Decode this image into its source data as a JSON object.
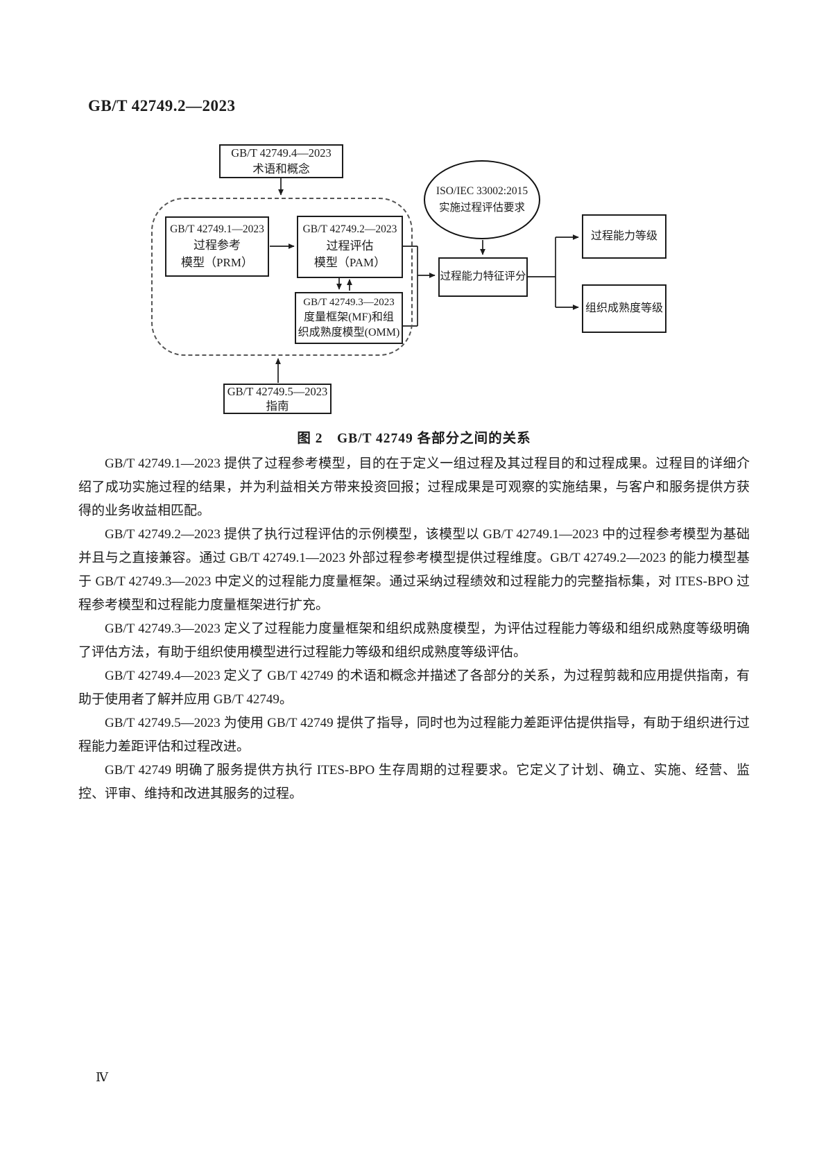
{
  "page": {
    "header": "GB/T 42749.2—2023",
    "page_number": "Ⅳ"
  },
  "figure": {
    "caption": "图 2　GB/T 42749 各部分之间的关系",
    "nodes": {
      "terms": {
        "line1": "GB/T 42749.4—2023",
        "line2": "术语和概念"
      },
      "prm": {
        "line1": "GB/T 42749.1—2023",
        "line2": "过程参考",
        "line3": "模型（PRM）"
      },
      "pam": {
        "line1": "GB/T 42749.2—2023",
        "line2": "过程评估",
        "line3": "模型（PAM）"
      },
      "mf_omm": {
        "line1": "GB/T 42749.3—2023",
        "line2": "度量框架(MF)和组",
        "line3": "织成熟度模型(OMM)"
      },
      "guide": {
        "line1": "GB/T 42749.5—2023",
        "line2": "指南"
      },
      "iso": {
        "line1": "ISO/IEC 33002:2015",
        "line2": "实施过程评估要求"
      },
      "score": {
        "label": "过程能力特征评分"
      },
      "capability_level": {
        "label": "过程能力等级"
      },
      "maturity_level": {
        "label": "组织成熟度等级"
      }
    }
  },
  "body": {
    "paragraphs": [
      "GB/T 42749.1—2023 提供了过程参考模型，目的在于定义一组过程及其过程目的和过程成果。过程目的详细介绍了成功实施过程的结果，并为利益相关方带来投资回报；过程成果是可观察的实施结果，与客户和服务提供方获得的业务收益相匹配。",
      "GB/T 42749.2—2023 提供了执行过程评估的示例模型，该模型以 GB/T 42749.1—2023 中的过程参考模型为基础并且与之直接兼容。通过 GB/T 42749.1—2023 外部过程参考模型提供过程维度。GB/T 42749.2—2023 的能力模型基于 GB/T 42749.3—2023 中定义的过程能力度量框架。通过采纳过程绩效和过程能力的完整指标集，对 ITES-BPO 过程参考模型和过程能力度量框架进行扩充。",
      "GB/T 42749.3—2023 定义了过程能力度量框架和组织成熟度模型，为评估过程能力等级和组织成熟度等级明确了评估方法，有助于组织使用模型进行过程能力等级和组织成熟度等级评估。",
      "GB/T 42749.4—2023 定义了 GB/T 42749 的术语和概念并描述了各部分的关系，为过程剪裁和应用提供指南，有助于使用者了解并应用 GB/T 42749。",
      "GB/T 42749.5—2023 为使用 GB/T 42749 提供了指导，同时也为过程能力差距评估提供指导，有助于组织进行过程能力差距评估和过程改进。",
      "GB/T 42749 明确了服务提供方执行 ITES-BPO 生存周期的过程要求。它定义了计划、确立、实施、经营、监控、评审、维持和改进其服务的过程。"
    ]
  }
}
